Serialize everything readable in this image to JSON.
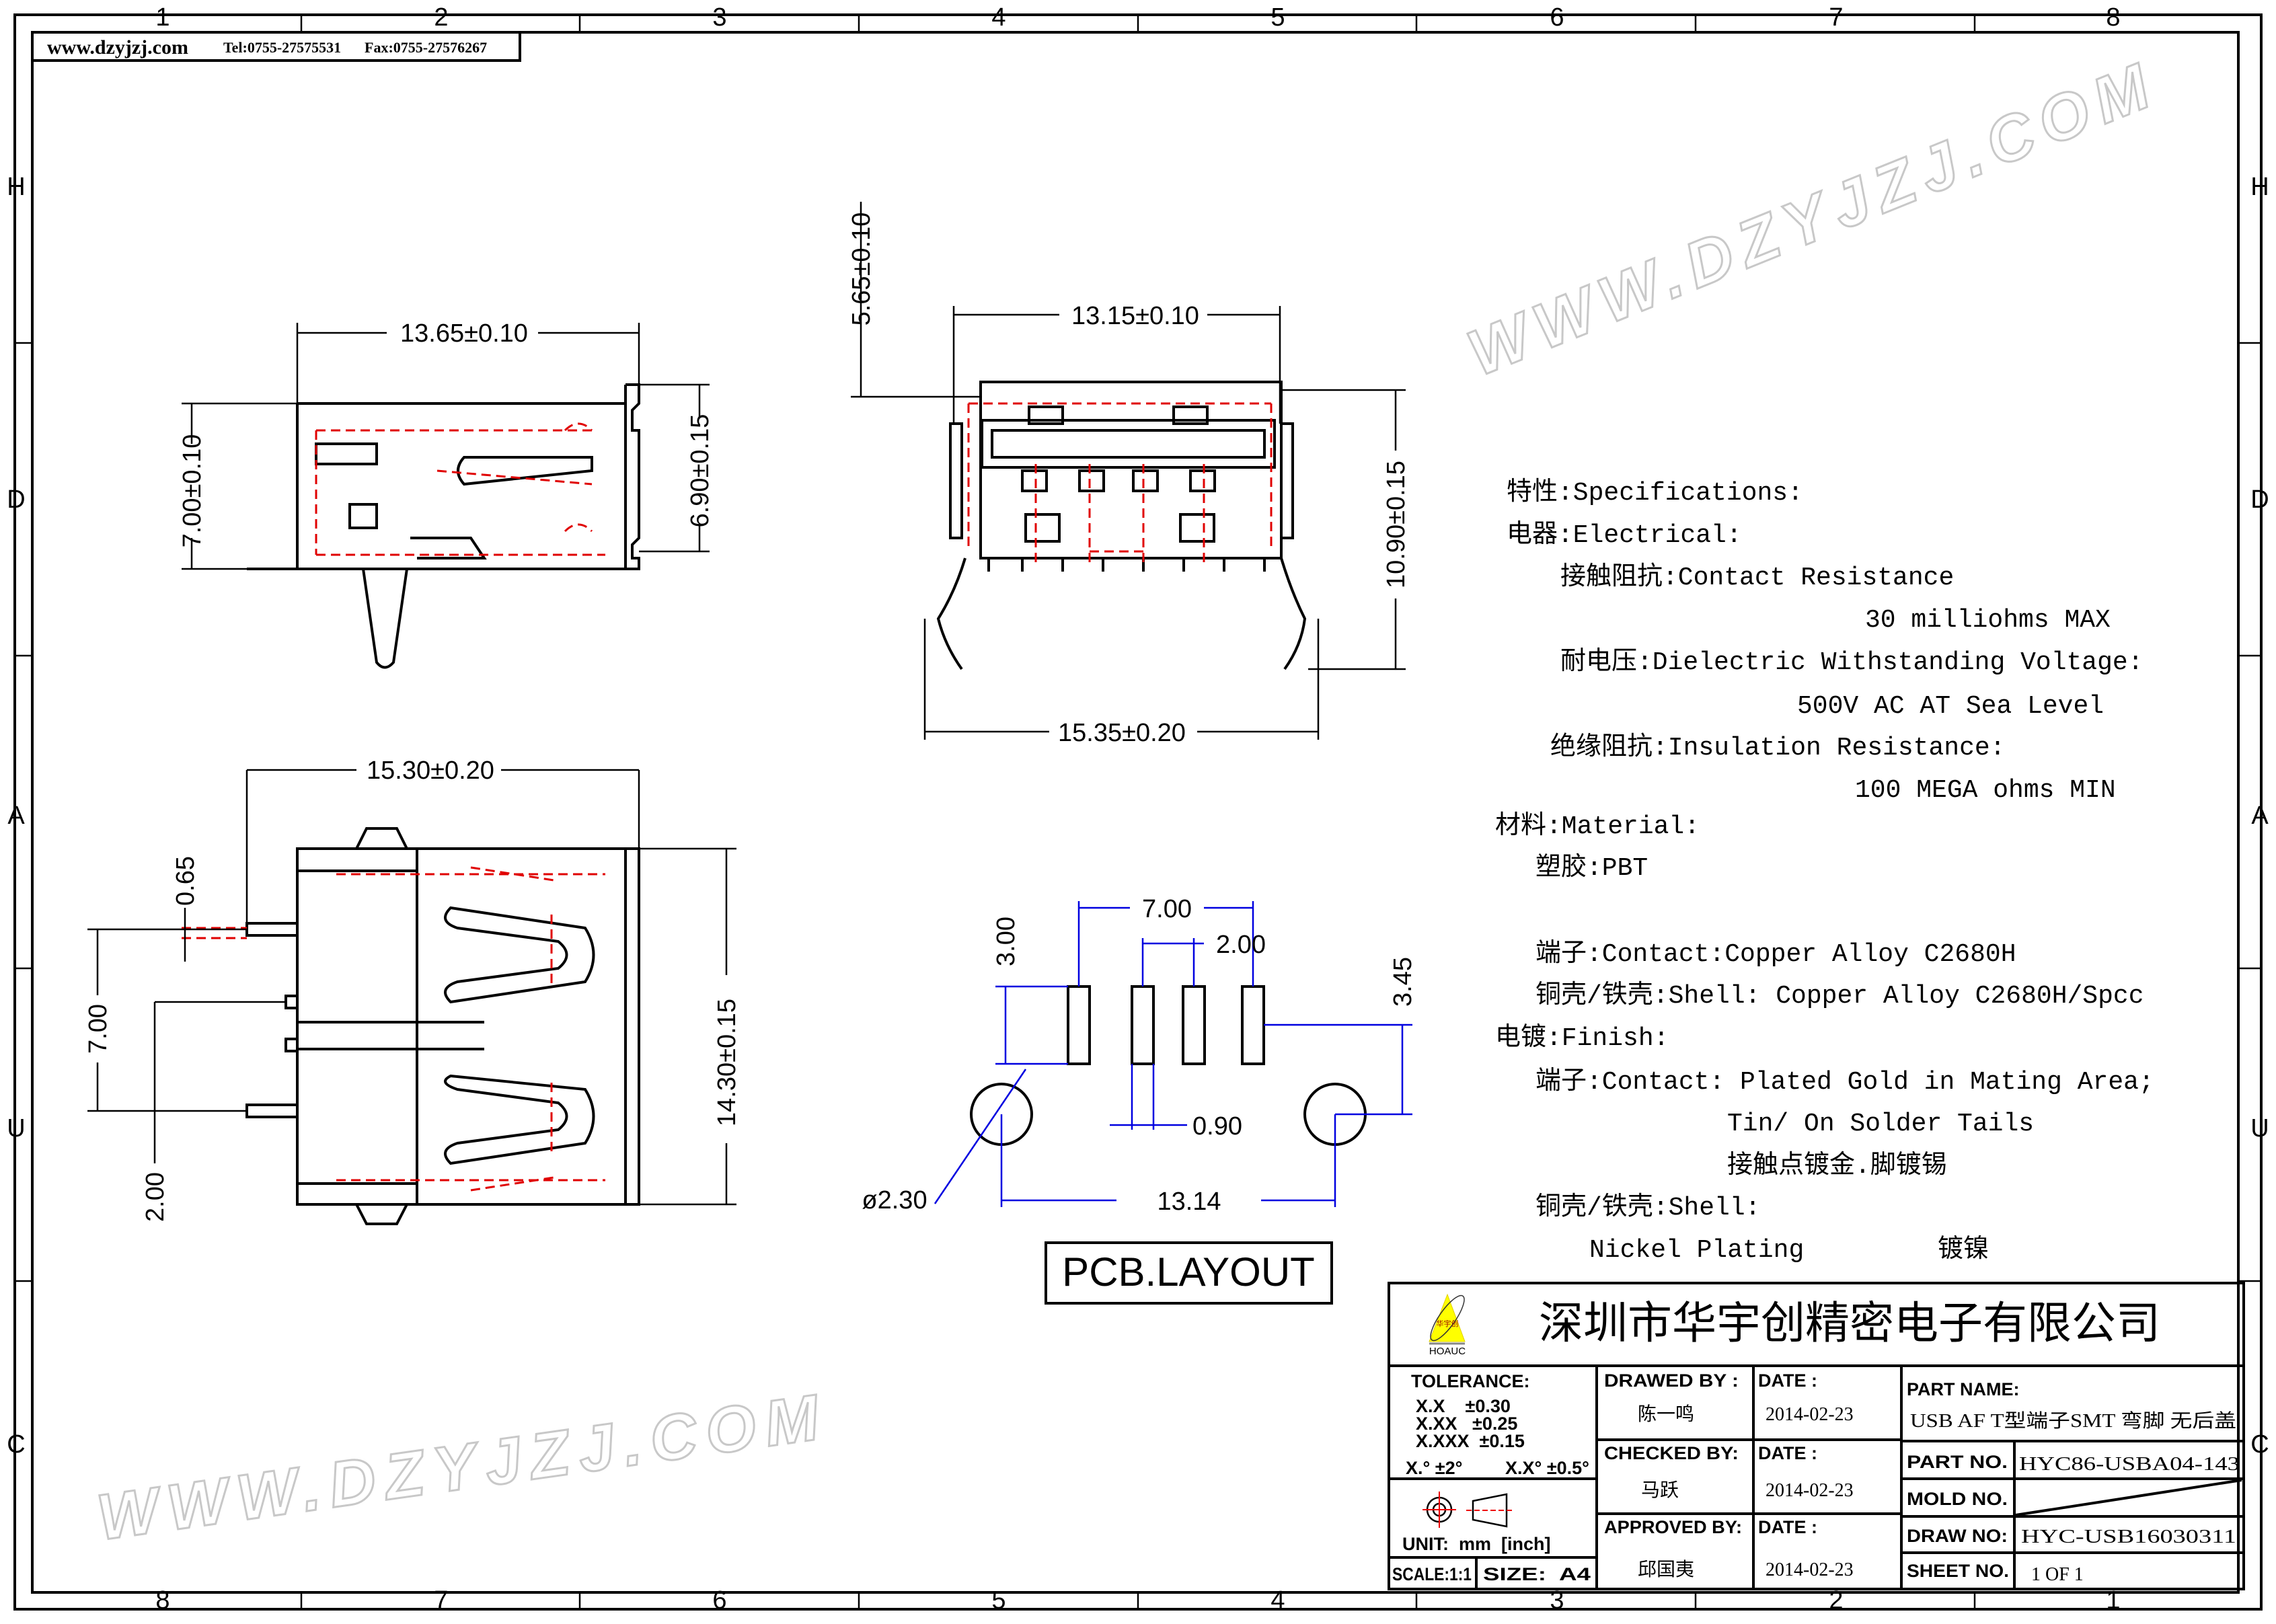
{
  "header": {
    "website": "www.dzyjzj.com",
    "tel": "Tel:0755-27575531",
    "fax": "Fax:0755-27576267"
  },
  "zones": {
    "columns_top": [
      "1",
      "2",
      "3",
      "4",
      "5",
      "6",
      "7",
      "8"
    ],
    "columns_bottom": [
      "8",
      "7",
      "6",
      "5",
      "4",
      "3",
      "2",
      "1"
    ],
    "rows": [
      "H",
      "D",
      "A",
      "U",
      "C"
    ]
  },
  "watermark": "WWW.DZYJZJ.COM",
  "side_view": {
    "width": "13.65±0.10",
    "height_left": "7.00±0.10",
    "height_right": "6.90±0.15"
  },
  "front_view": {
    "width_top": "13.15±0.10",
    "height_top": "5.65±0.10",
    "height_right": "10.90±0.15",
    "width_bottom": "15.35±0.20"
  },
  "top_view": {
    "length": "15.30±0.20",
    "pin_width": "0.65",
    "pin_span": "7.00",
    "width": "14.30±0.15",
    "pin_pitch": "2.00"
  },
  "pcb_layout": {
    "title": "PCB.LAYOUT",
    "pad_span": "7.00",
    "pad_pitch": "2.00",
    "pad_length": "3.00",
    "hole_offset": "3.45",
    "pad_width": "0.90",
    "hole_span": "13.14",
    "hole_diameter": "ø2.30"
  },
  "specifications": [
    "特性:Specifications:",
    "电器:Electrical:",
    "接触阻抗:Contact Resistance",
    "30 milliohms MAX",
    "耐电压:Dielectric Withstanding Voltage:",
    "500V AC AT Sea Level",
    "绝缘阻抗:Insulation Resistance:",
    "100 MEGA ohms MIN",
    "材料:Material:",
    "塑胶:PBT",
    "端子:Contact:Copper Alloy  C2680H",
    "铜壳/铁壳:Shell: Copper Alloy  C2680H/Spcc",
    "电镀:Finish:",
    "端子:Contact: Plated Gold in Mating Area;",
    "Tin/ On Solder Tails",
    "接触点镀金.脚镀锡",
    "铜壳/铁壳:Shell:",
    "Nickel Plating",
    "镀镍"
  ],
  "title_block": {
    "company": "深圳市华宇创精密电子有限公司",
    "logo_text": "华宇创",
    "logo_brand": "HOAUC",
    "tolerance_label": "TOLERANCE:",
    "tolerances": [
      "X.X    ±0.30",
      "X.XX   ±0.25",
      "X.XXX  ±0.15"
    ],
    "angle_tolerance": [
      "X.° ±2°",
      "X.X° ±0.5°"
    ],
    "unit": "UNIT:  mm  [inch]",
    "scale": "SCALE:1:1",
    "size": "SIZE:  A4",
    "drawed_by_label": "DRAWED BY :",
    "drawed_by": "陈一鸣",
    "checked_by_label": "CHECKED BY:",
    "checked_by": "马跃",
    "approved_by_label": "APPROVED BY:",
    "approved_by": "邱国夷",
    "date_label": "DATE :",
    "dates": [
      "2014-02-23",
      "2014-02-23",
      "2014-02-23"
    ],
    "part_name_label": "PART NAME:",
    "part_name": "USB AF T型端子SMT 弯脚 无后盖",
    "part_no_label": "PART NO.",
    "part_no": "HYC86-USBA04-143",
    "mold_no_label": "MOLD NO.",
    "draw_no_label": "DRAW NO:",
    "draw_no": "HYC-USB16030311",
    "sheet_no_label": "SHEET NO.",
    "sheet_no": "1 OF 1"
  }
}
